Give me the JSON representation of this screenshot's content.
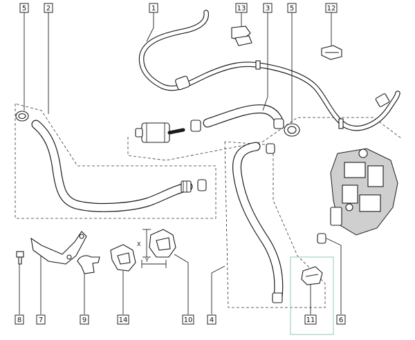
{
  "callouts": [
    {
      "label": "5"
    },
    {
      "label": "2"
    },
    {
      "label": "1"
    },
    {
      "label": "13"
    },
    {
      "label": "3"
    },
    {
      "label": "5"
    },
    {
      "label": "12"
    },
    {
      "label": "8"
    },
    {
      "label": "7"
    },
    {
      "label": "9"
    },
    {
      "label": "14"
    },
    {
      "label": "10"
    },
    {
      "label": "4"
    },
    {
      "label": "11"
    },
    {
      "label": "6"
    }
  ],
  "dimensions": {
    "x_label": "X",
    "y_label": "Y"
  },
  "colors": {
    "line": "#1a1a1a",
    "highlight_box": "#9fd3c7"
  }
}
